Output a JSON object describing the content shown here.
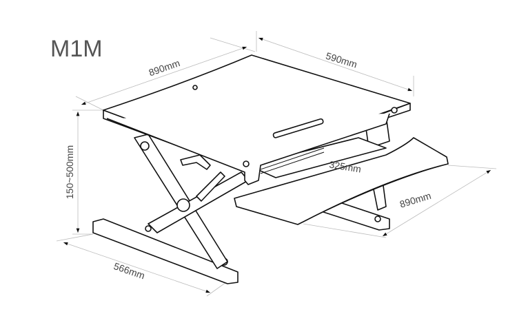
{
  "title": "M1M",
  "dimensions": {
    "top_width": "890mm",
    "top_depth": "590mm",
    "height_range": "150~500mm",
    "keyboard_depth": "325mm",
    "keyboard_width": "890mm",
    "base_width": "566mm"
  }
}
